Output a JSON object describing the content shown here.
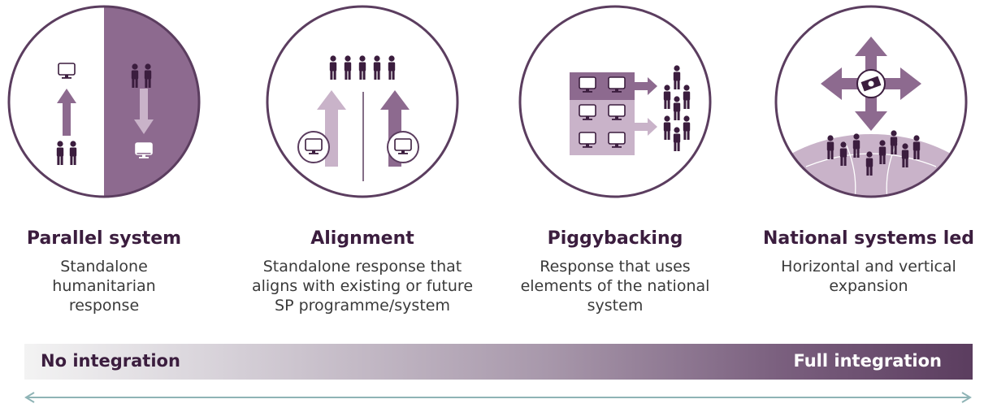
{
  "colors": {
    "dark": "#3b1d3e",
    "medium": "#8d6a8f",
    "light": "#c9b3c9",
    "bar_end": "#5b3d5f",
    "arrow_line": "#8fb4b6"
  },
  "stages": [
    {
      "title": "Parallel system",
      "description": "Standalone humanitarian response",
      "icon": "parallel-system-icon"
    },
    {
      "title": "Alignment",
      "description": "Standalone response that aligns with existing or future SP programme/system",
      "icon": "alignment-icon"
    },
    {
      "title": "Piggybacking",
      "description": "Response that uses elements of the national system",
      "icon": "piggybacking-icon"
    },
    {
      "title": "National systems led",
      "description": "Horizontal and vertical expansion",
      "icon": "national-systems-icon"
    }
  ],
  "integration_scale": {
    "left_label": "No integration",
    "right_label": "Full integration"
  }
}
